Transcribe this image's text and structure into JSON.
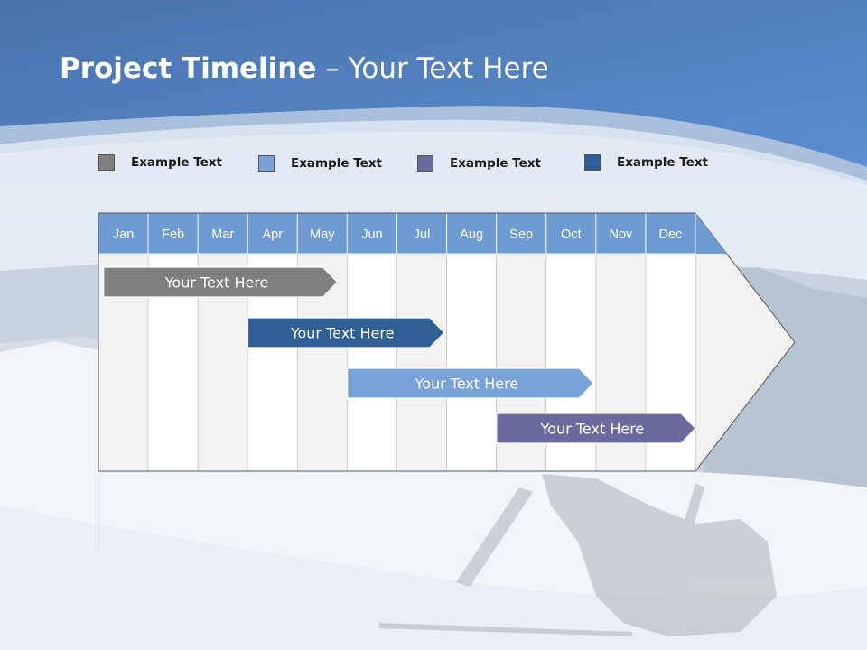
{
  "slide": {
    "title_bold": "Project Timeline",
    "title_rest": " – Your Text Here"
  },
  "legend": [
    {
      "label": "Example Text",
      "color": "#7f7f7f"
    },
    {
      "label": "Example Text",
      "color": "#7aa2d6"
    },
    {
      "label": "Example Text",
      "color": "#6a6a9c"
    },
    {
      "label": "Example Text",
      "color": "#2f5f94"
    }
  ],
  "timeline": {
    "months": [
      "Jan",
      "Feb",
      "Mar",
      "Apr",
      "May",
      "Jun",
      "Jul",
      "Aug",
      "Sep",
      "Oct",
      "Nov",
      "Dec"
    ],
    "header_color": "#6f9bd3",
    "tasks": [
      {
        "label": "Your  Text Here",
        "start_month": 1.05,
        "end_month": 4.8,
        "color": "#7f7f7f"
      },
      {
        "label": "Your  Text Here",
        "start_month": 3.95,
        "end_month": 6.95,
        "color": "#2f5f94"
      },
      {
        "label": "Your  Text Here",
        "start_month": 5.95,
        "end_month": 9.95,
        "color": "#7aa2d6"
      },
      {
        "label": "Your  Text Here",
        "start_month": 8.95,
        "end_month": 12.0,
        "color": "#6a6a9c"
      }
    ]
  }
}
